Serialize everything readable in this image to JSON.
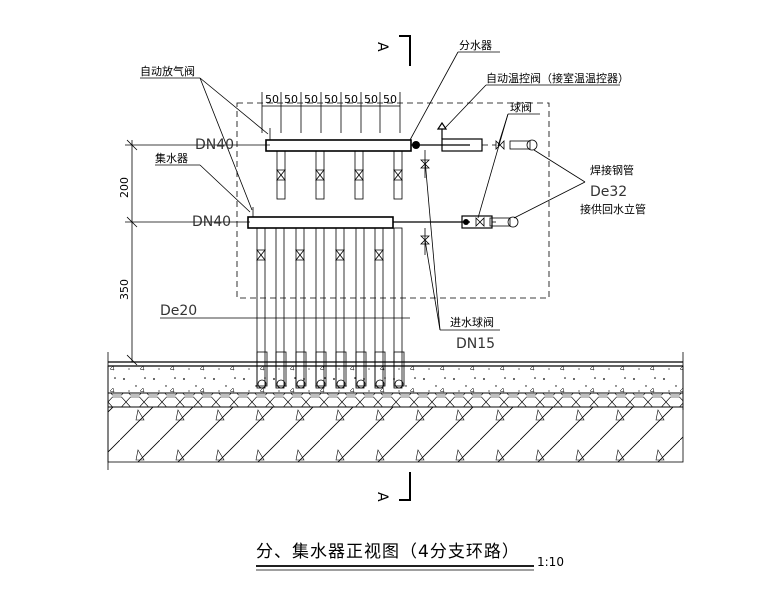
{
  "labels": {
    "auto_air_vent": "自动放气阀",
    "supply_manifold": "分水器",
    "auto_temp_valve": "自动温控阀（接室温温控器）",
    "ball_valve": "球阀",
    "weld_steel_pipe": "焊接钢管",
    "de32": "De32",
    "riser": "接供回水立管",
    "return_manifold": "集水器",
    "dn40_top": "DN40",
    "dn40_bottom": "DN40",
    "de20": "De20",
    "inlet_ball_valve": "进水球阀",
    "dn15": "DN15"
  },
  "dimensions": {
    "spacing": [
      "50",
      "50",
      "50",
      "50",
      "50",
      "50",
      "50"
    ],
    "vertical_upper": "200",
    "vertical_lower": "350"
  },
  "section": {
    "top_mark": "A",
    "bottom_mark": "A"
  },
  "title": {
    "text": "分、集水器正视图（4分支环路）",
    "scale": "1:10"
  }
}
